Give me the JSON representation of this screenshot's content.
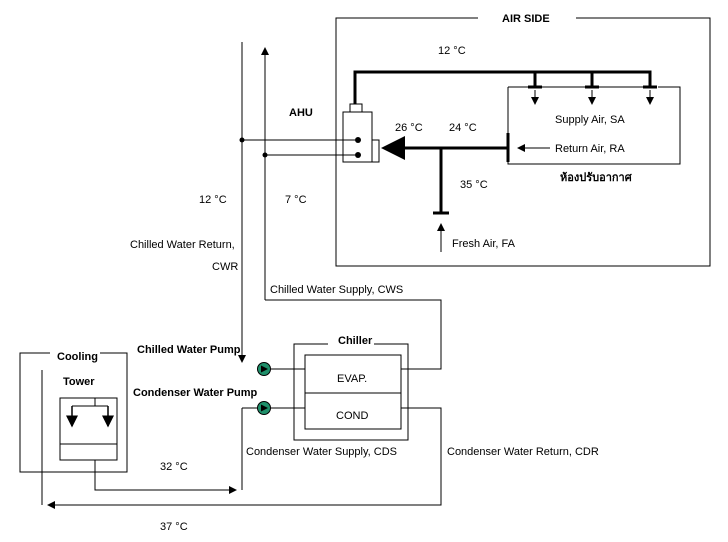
{
  "air_side": {
    "title": "AIR SIDE",
    "supply_temp": "12 °C",
    "ahu_label": "AHU",
    "mixed_temp": "26 °C",
    "return_temp": "24 °C",
    "fresh_temp": "35 °C",
    "supply_air": "Supply Air, SA",
    "return_air": "Return Air, RA",
    "room_name": "ห้องปรับอากาศ",
    "fresh_air": "Fresh Air, FA"
  },
  "chilled_water": {
    "return_temp": "12 °C",
    "supply_temp": "7 °C",
    "return_label_line1": "Chilled Water Return,",
    "return_label_line2": "CWR",
    "supply_label": "Chilled Water Supply, CWS",
    "pump_label": "Chilled Water Pump"
  },
  "chiller": {
    "title": "Chiller",
    "evap": "EVAP.",
    "cond": "COND"
  },
  "condenser_water": {
    "pump_label": "Condenser Water Pump",
    "supply_label": "Condenser Water Supply, CDS",
    "return_label": "Condenser Water Return, CDR",
    "supply_temp": "32 °C",
    "return_temp": "37 °C"
  },
  "cooling_tower": {
    "line1": "Cooling",
    "line2": "Tower"
  },
  "colors": {
    "pump_fill": "#1f8f6a",
    "line": "#000000"
  }
}
